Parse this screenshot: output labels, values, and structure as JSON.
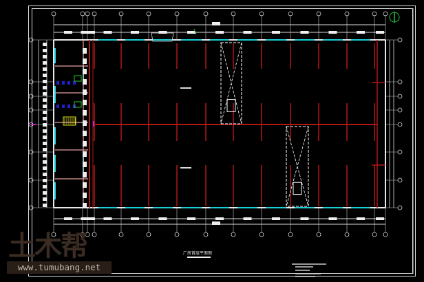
{
  "drawing": {
    "title": "厂房首层平面图",
    "layer_colors": {
      "wall": "#e8e8e8",
      "column_line": "#b01818",
      "partition": "#e8a0a0",
      "window": "#18d0d8",
      "crane": "#ffffff",
      "section_mark": "#d020d0",
      "north_arrow": "#20c040",
      "toilet": "#2020d0",
      "stair": "#e0e020"
    }
  },
  "watermark": {
    "logo_text": "土木帮",
    "url": "www.tumubang.net"
  }
}
